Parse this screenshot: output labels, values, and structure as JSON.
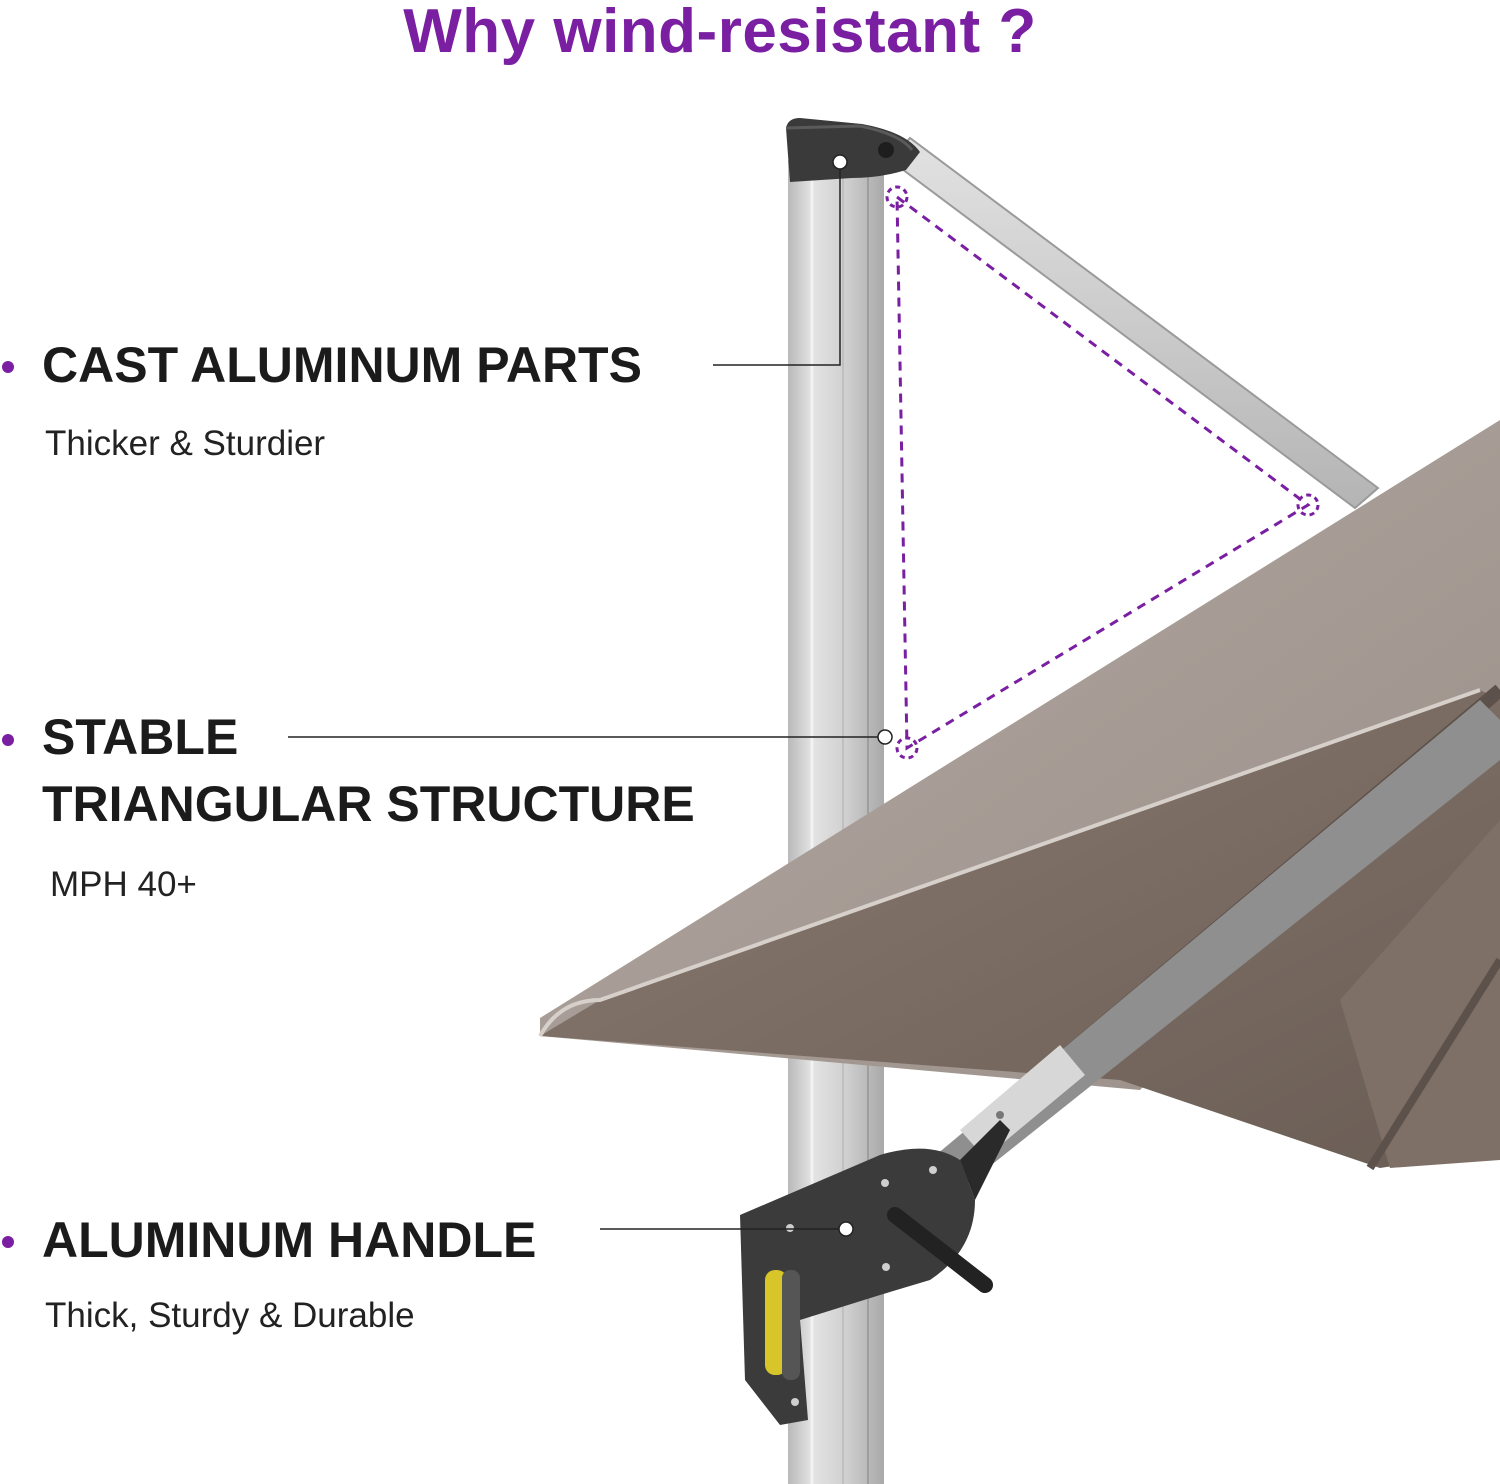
{
  "title": "Why wind-resistant ?",
  "colors": {
    "accent": "#7a1fa2",
    "canopy_top": "#a69b94",
    "canopy_underside": "#776a61",
    "pole": "#d3d3d3",
    "handle": "#3a3a3a",
    "grip_accent": "#d8c52a"
  },
  "features": [
    {
      "heading": "CAST ALUMINUM PARTS",
      "description": "Thicker & Sturdier"
    },
    {
      "heading_line1": "STABLE",
      "heading_line2": "TRIANGULAR STRUCTURE",
      "description": "MPH 40+"
    },
    {
      "heading": "ALUMINUM HANDLE",
      "description": "Thick, Sturdy & Durable"
    }
  ]
}
